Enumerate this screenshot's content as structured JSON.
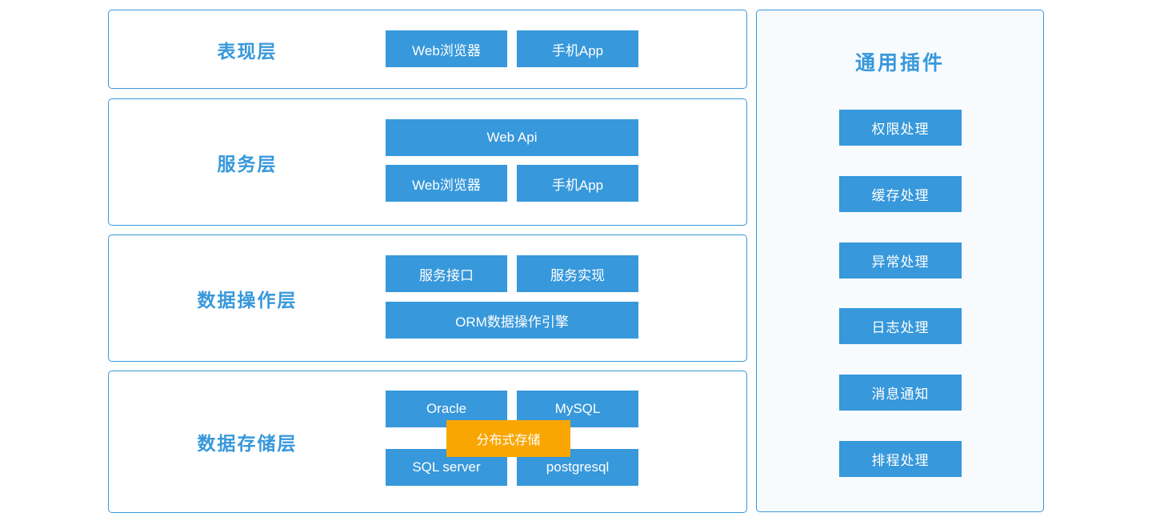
{
  "diagram": {
    "layers": [
      {
        "label": "表现层",
        "buttons": [
          {
            "label": "Web浏览器"
          },
          {
            "label": "手机App"
          }
        ]
      },
      {
        "label": "服务层",
        "buttons": [
          {
            "label": "Web Api"
          },
          {
            "label": "Web浏览器"
          },
          {
            "label": "手机App"
          }
        ]
      },
      {
        "label": "数据操作层",
        "buttons": [
          {
            "label": "服务接口"
          },
          {
            "label": "服务实现"
          },
          {
            "label": "ORM数据操作引擎"
          }
        ]
      },
      {
        "label": "数据存储层",
        "buttons": [
          {
            "label": "Oracle"
          },
          {
            "label": "MySQL"
          },
          {
            "label": "SQL server"
          },
          {
            "label": "postgresql"
          }
        ],
        "overlay": {
          "label": "分布式存储"
        }
      }
    ],
    "plugins_panel": {
      "title": "通用插件",
      "items": [
        {
          "label": "权限处理"
        },
        {
          "label": "缓存处理"
        },
        {
          "label": "异常处理"
        },
        {
          "label": "日志处理"
        },
        {
          "label": "消息通知"
        },
        {
          "label": "排程处理"
        }
      ]
    },
    "colors": {
      "node_blue": "#3798db",
      "accent_orange": "#f9a602",
      "panel_background": "#f7fbfe",
      "outline_blue": "#3798db"
    }
  }
}
